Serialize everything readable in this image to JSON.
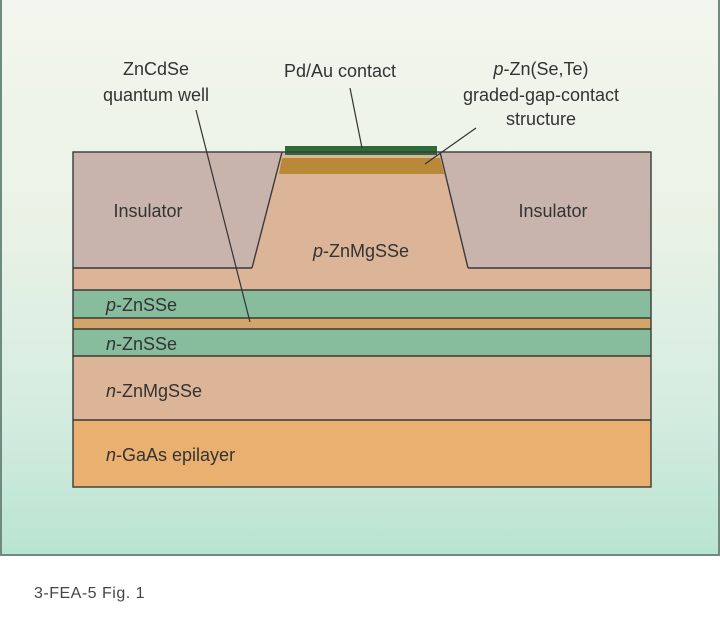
{
  "colors": {
    "insulator": "#c8b4ad",
    "p_znmgsse": "#dcb497",
    "znsse": "#87bc9d",
    "quantum_well": "#d4a56a",
    "n_znmgsse": "#dcb497",
    "gaas": "#eab070",
    "contact_metal": "#2f6b3a",
    "graded_contact": "#b98838",
    "outline": "#3a3a3a"
  },
  "labels": {
    "quantum_well_line1": "ZnCdSe",
    "quantum_well_line2": "quantum well",
    "contact": "Pd/Au contact",
    "graded_line1_prefix": "p",
    "graded_line1_rest": "-Zn(Se,Te)",
    "graded_line2": "graded-gap-contact",
    "graded_line3": "structure",
    "insulator_left": "Insulator",
    "insulator_right": "Insulator",
    "p_znmgsse_prefix": "p",
    "p_znmgsse_rest": "-ZnMgSSe",
    "p_znsse_prefix": "p",
    "p_znsse_rest": "-ZnSSe",
    "n_znsse_prefix": "n",
    "n_znsse_rest": "-ZnSSe",
    "n_znmgsse_prefix": "n",
    "n_znmgsse_rest": "-ZnMgSSe",
    "gaas_prefix": "n",
    "gaas_rest": "-GaAs epilayer"
  },
  "caption": "3-FEA-5  Fig. 1"
}
